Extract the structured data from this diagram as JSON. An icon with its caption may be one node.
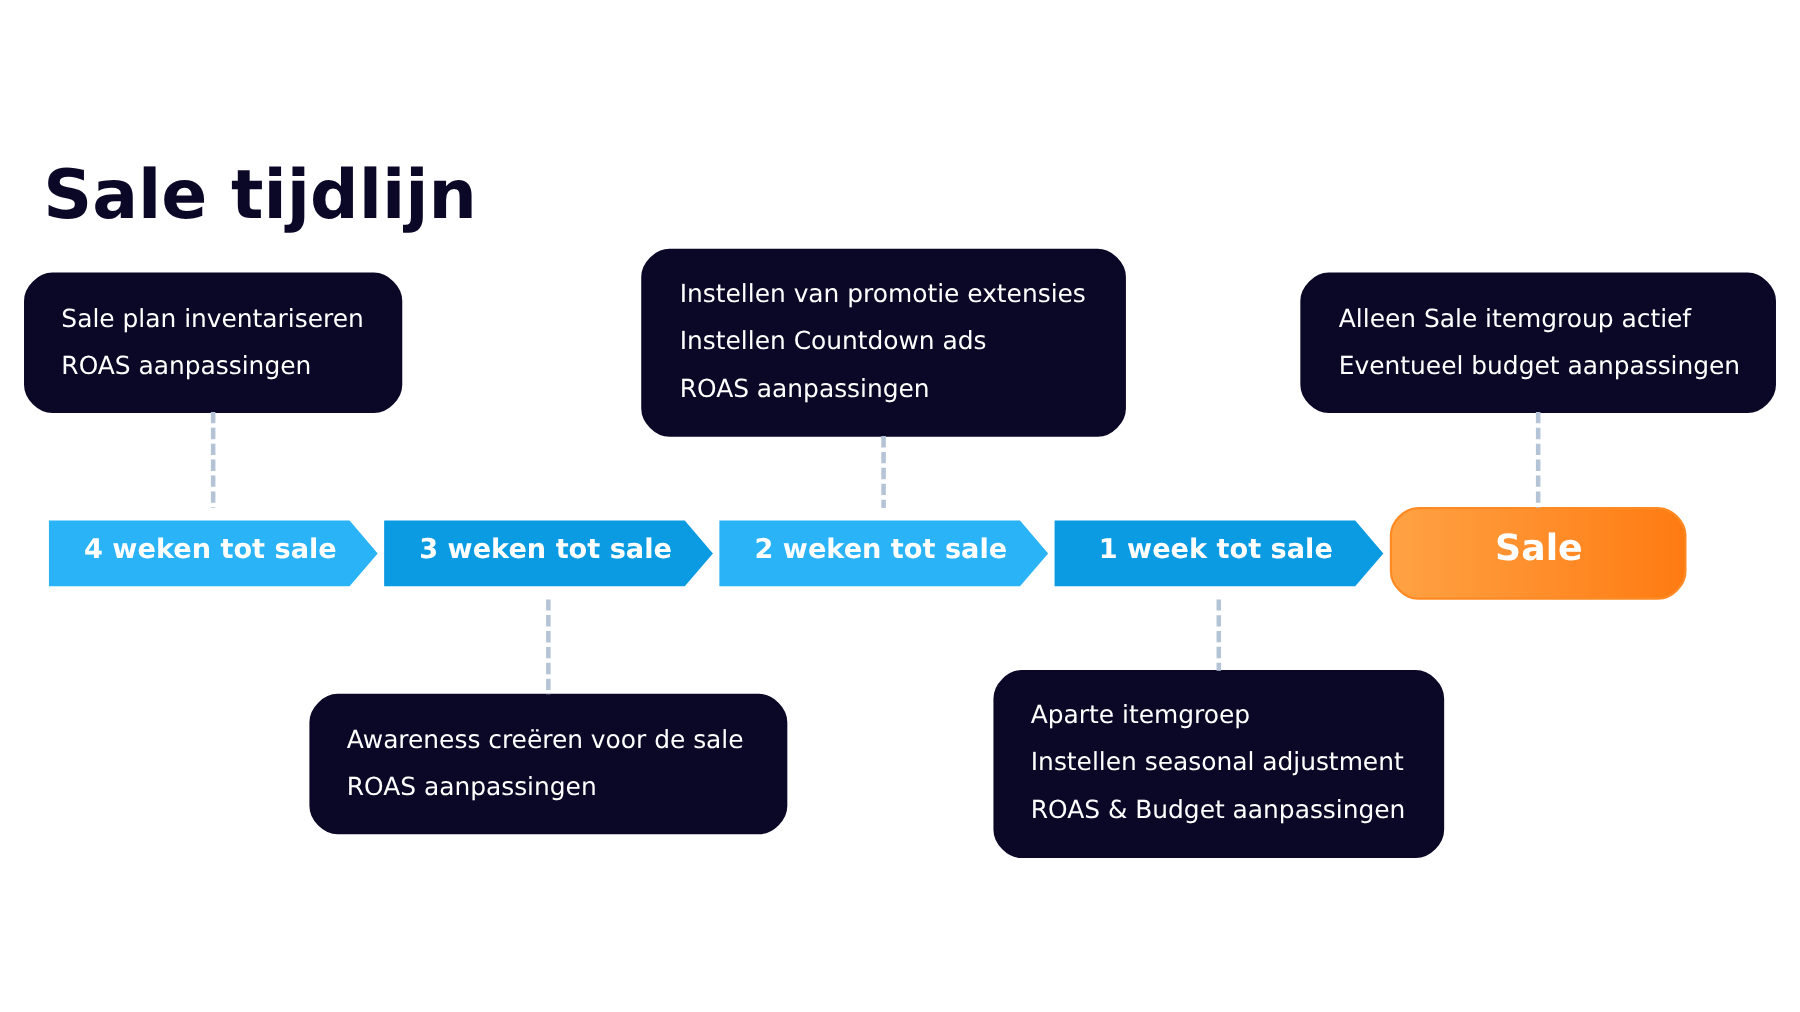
{
  "diagram": {
    "title": "Sale tijdlijn",
    "nodes": [
      {
        "text": [
          "Sale plan inventariseren",
          "ROAS aanpassingen"
        ]
      },
      {
        "text": [
          "Instellen van promotie extensies",
          "Instellen Countdown ads",
          "ROAS aanpassingen"
        ]
      },
      {
        "text": [
          "Alleen Sale itemgroup actief",
          "Eventueel budget aanpassingen"
        ]
      },
      {
        "text": [
          "4 weken tot sale"
        ]
      },
      {
        "text": [
          "3 weken tot sale"
        ]
      },
      {
        "text": [
          "2 weken tot sale"
        ]
      },
      {
        "text": [
          "1 week tot sale"
        ]
      },
      {
        "text": [
          "Sale"
        ]
      },
      {
        "text": [
          "Awareness creëren voor de sale",
          "ROAS aanpassingen"
        ]
      },
      {
        "text": [
          "Aparte itemgroep",
          "Instellen seasonal adjustment",
          "ROAS & Budget aanpassingen"
        ]
      }
    ],
    "edges": [
      {
        "from": 0,
        "to": 3,
        "arrow": "none",
        "style": "dashed"
      },
      {
        "from": 1,
        "to": 5,
        "arrow": "none",
        "style": "dashed"
      },
      {
        "from": 2,
        "to": 7,
        "arrow": "none",
        "style": "dashed"
      },
      {
        "from": 4,
        "to": 8,
        "arrow": "none",
        "style": "dashed"
      },
      {
        "from": 6,
        "to": 9,
        "arrow": "none",
        "style": "dashed"
      }
    ]
  }
}
